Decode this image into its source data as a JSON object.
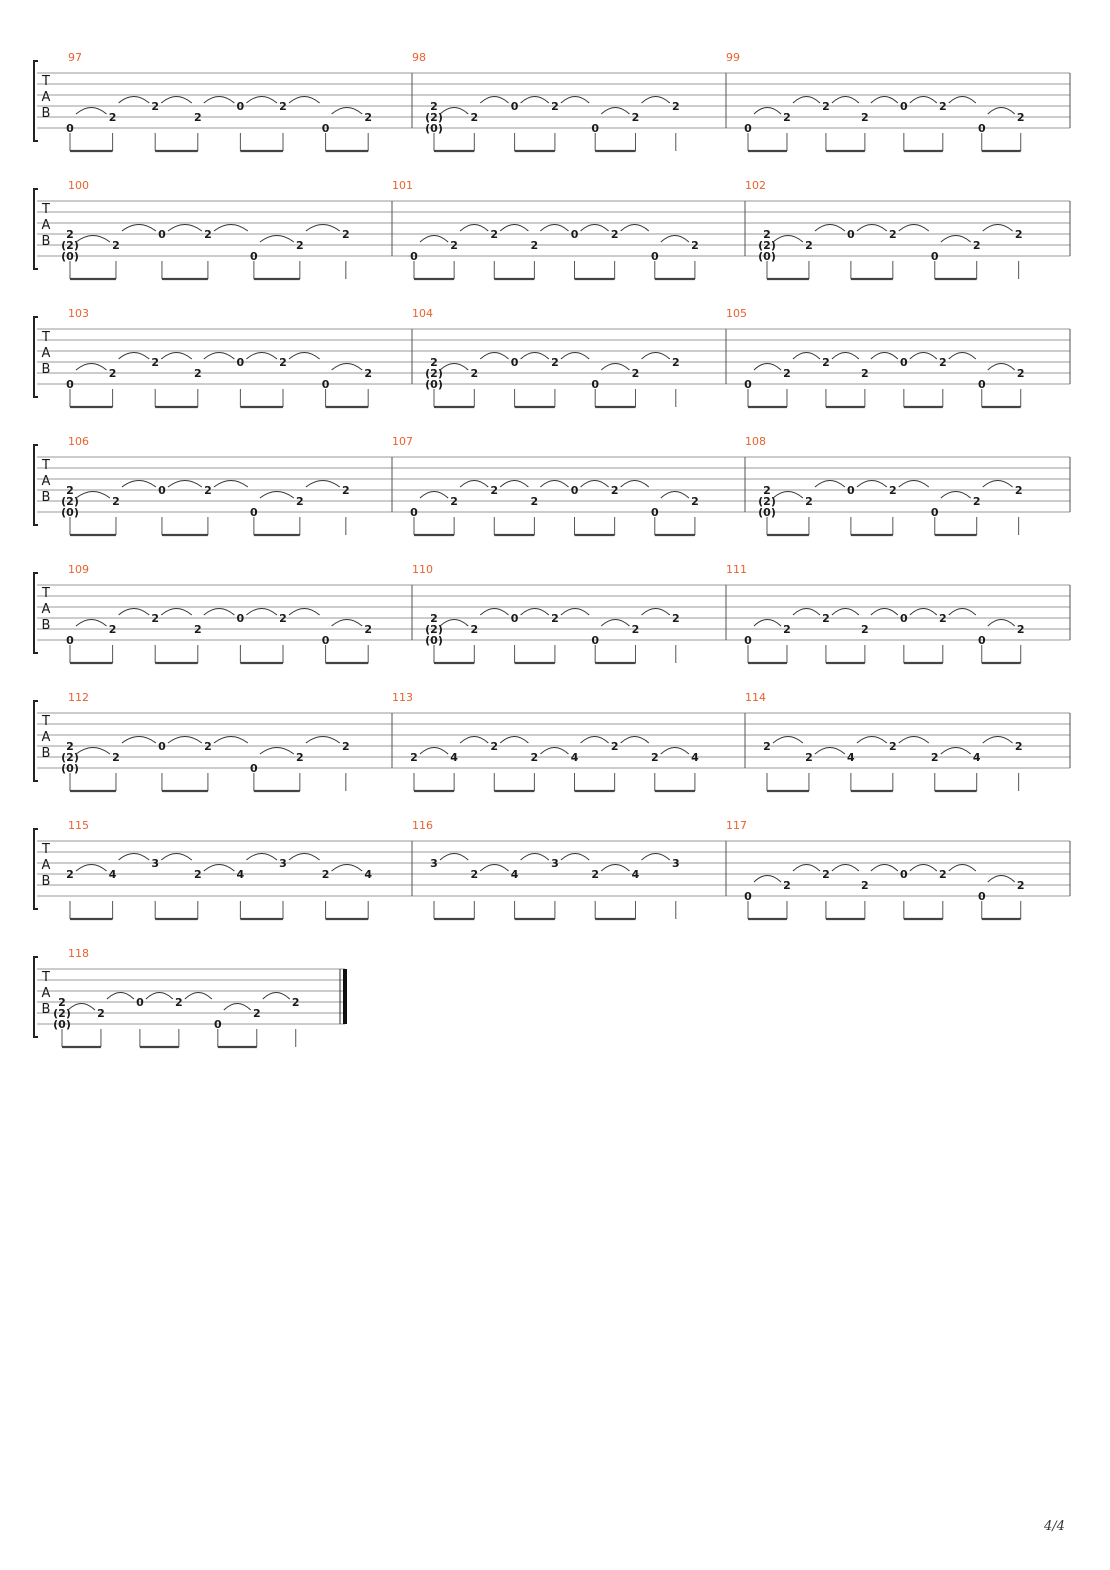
{
  "tab_clef": [
    "T",
    "A",
    "B"
  ],
  "page_number": "4/4",
  "patterns": {
    "A_open": [
      {
        "s": 6,
        "f": "0"
      },
      {
        "s": 5,
        "f": "2"
      },
      {
        "s": 4,
        "f": "2"
      },
      {
        "s": 5,
        "f": "2"
      },
      {
        "s": 4,
        "f": "0"
      },
      {
        "s": 4,
        "f": "2"
      },
      {
        "s": 6,
        "f": "0"
      },
      {
        "s": 5,
        "f": "2"
      }
    ],
    "B_tied": [
      {
        "s": 4,
        "f": "2"
      },
      {
        "s": 5,
        "f": "(2)"
      },
      {
        "s": 6,
        "f": "(0)"
      },
      {
        "s": 5,
        "f": "2"
      },
      {
        "s": 4,
        "f": "0"
      },
      {
        "s": 4,
        "f": "2"
      },
      {
        "s": 6,
        "f": "0"
      },
      {
        "s": 5,
        "f": "2"
      },
      {
        "s": 4,
        "f": "2"
      }
    ],
    "C_riff": [
      {
        "s": 5,
        "f": "2"
      },
      {
        "s": 5,
        "f": "4"
      },
      {
        "s": 4,
        "f": "2"
      },
      {
        "s": 5,
        "f": "2"
      },
      {
        "s": 5,
        "f": "4"
      },
      {
        "s": 4,
        "f": "2"
      },
      {
        "s": 5,
        "f": "2"
      },
      {
        "s": 5,
        "f": "4"
      }
    ],
    "D_riff": [
      {
        "s": 4,
        "f": "2"
      },
      {
        "s": 5,
        "f": "2"
      },
      {
        "s": 5,
        "f": "4"
      },
      {
        "s": 4,
        "f": "2"
      },
      {
        "s": 5,
        "f": "2"
      },
      {
        "s": 5,
        "f": "4"
      },
      {
        "s": 4,
        "f": "2"
      }
    ],
    "E_riff": [
      {
        "s": 4,
        "f": "2"
      },
      {
        "s": 4,
        "f": "4"
      },
      {
        "s": 3,
        "f": "3"
      },
      {
        "s": 4,
        "f": "2"
      },
      {
        "s": 4,
        "f": "4"
      },
      {
        "s": 3,
        "f": "3"
      },
      {
        "s": 4,
        "f": "2"
      },
      {
        "s": 4,
        "f": "4"
      }
    ],
    "F_riff": [
      {
        "s": 3,
        "f": "3"
      },
      {
        "s": 4,
        "f": "2"
      },
      {
        "s": 4,
        "f": "4"
      },
      {
        "s": 3,
        "f": "3"
      },
      {
        "s": 4,
        "f": "2"
      },
      {
        "s": 4,
        "f": "4"
      },
      {
        "s": 3,
        "f": "3"
      }
    ]
  },
  "systems": [
    {
      "measures": [
        {
          "num": "97",
          "pattern": "A_open"
        },
        {
          "num": "98",
          "pattern": "B_tied"
        },
        {
          "num": "99",
          "pattern": "A_open"
        }
      ]
    },
    {
      "measures": [
        {
          "num": "100",
          "pattern": "B_tied"
        },
        {
          "num": "101",
          "pattern": "A_open"
        },
        {
          "num": "102",
          "pattern": "B_tied"
        }
      ]
    },
    {
      "measures": [
        {
          "num": "103",
          "pattern": "A_open"
        },
        {
          "num": "104",
          "pattern": "B_tied"
        },
        {
          "num": "105",
          "pattern": "A_open"
        }
      ]
    },
    {
      "measures": [
        {
          "num": "106",
          "pattern": "B_tied"
        },
        {
          "num": "107",
          "pattern": "A_open"
        },
        {
          "num": "108",
          "pattern": "B_tied"
        }
      ]
    },
    {
      "measures": [
        {
          "num": "109",
          "pattern": "A_open"
        },
        {
          "num": "110",
          "pattern": "B_tied"
        },
        {
          "num": "111",
          "pattern": "A_open"
        }
      ]
    },
    {
      "measures": [
        {
          "num": "112",
          "pattern": "B_tied"
        },
        {
          "num": "113",
          "pattern": "C_riff"
        },
        {
          "num": "114",
          "pattern": "D_riff"
        }
      ]
    },
    {
      "measures": [
        {
          "num": "115",
          "pattern": "E_riff"
        },
        {
          "num": "116",
          "pattern": "F_riff"
        },
        {
          "num": "117",
          "pattern": "A_open"
        }
      ]
    },
    {
      "measures": [
        {
          "num": "118",
          "pattern": "B_tied"
        }
      ],
      "final": true
    }
  ]
}
